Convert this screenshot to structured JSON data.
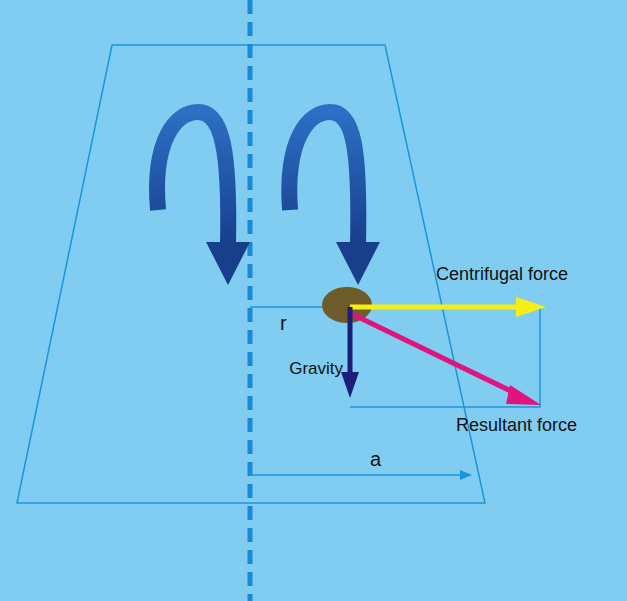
{
  "diagram": {
    "labels": [
      "Centrifugal force",
      "r",
      "Gravity",
      "Resultant force",
      "a"
    ]
  }
}
